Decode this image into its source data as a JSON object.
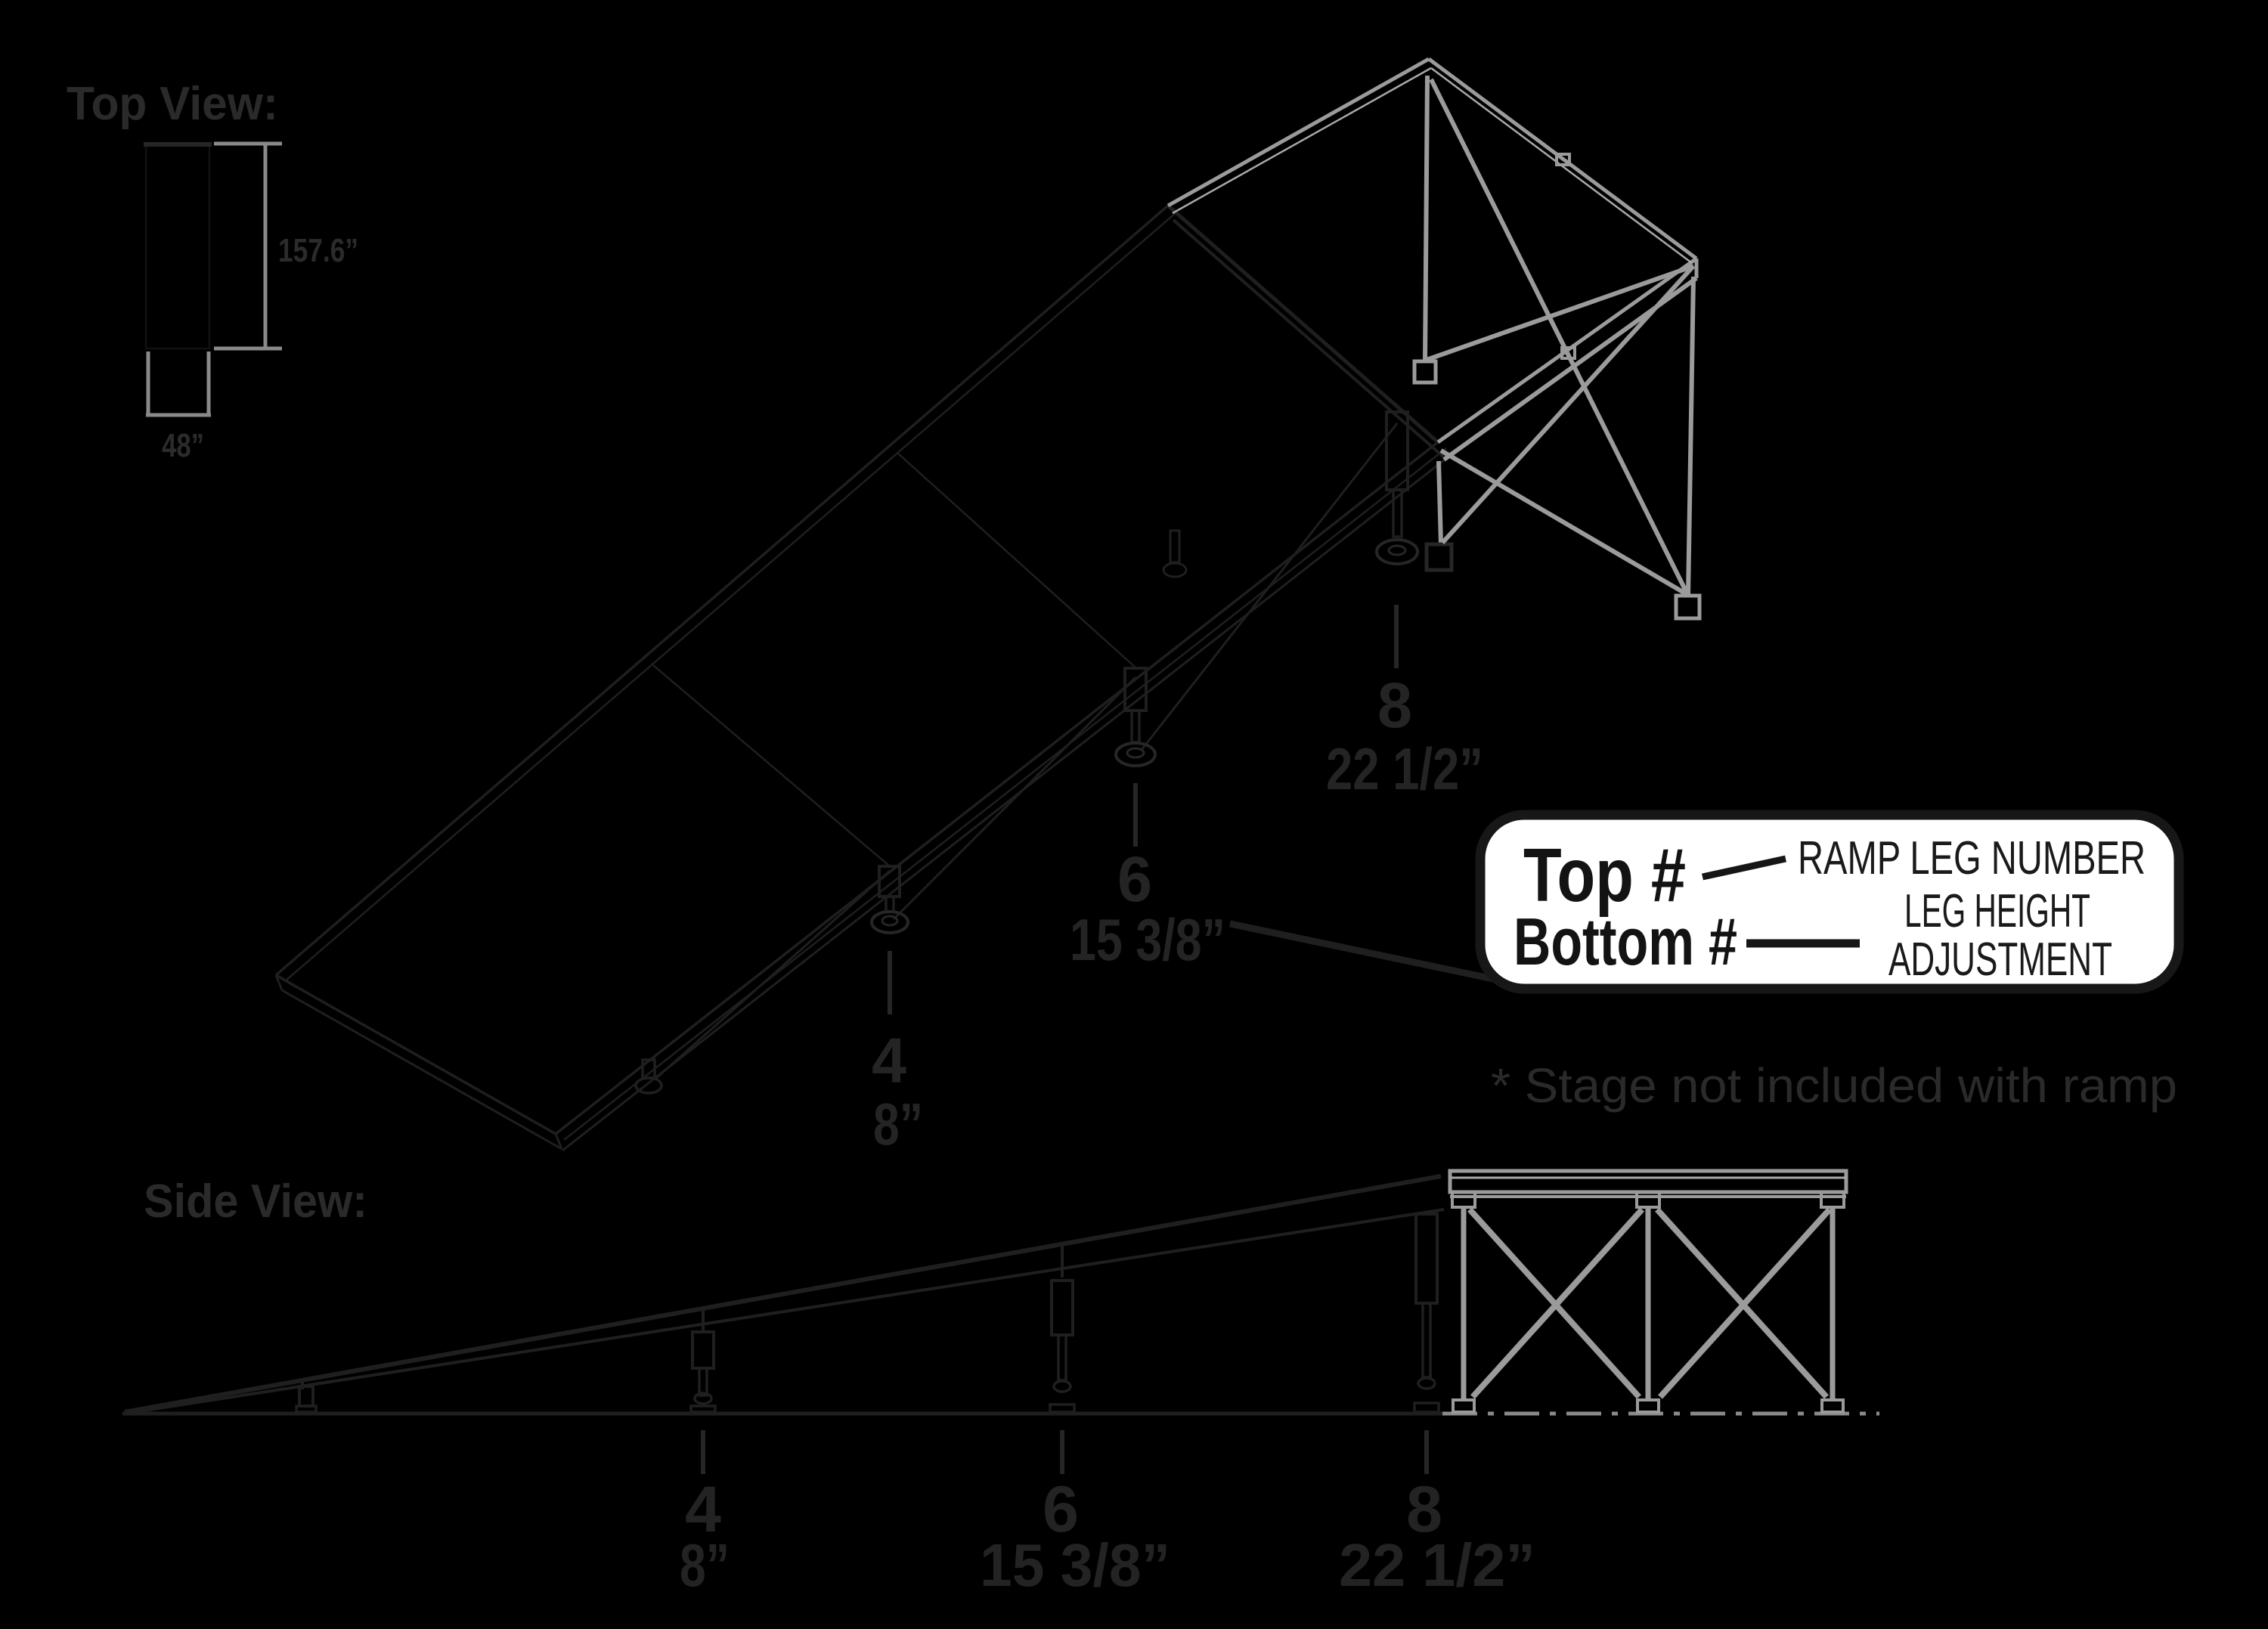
{
  "colors": {
    "background": "#000000",
    "ink_dark": "#1f1f1f",
    "ink_text": "#232323",
    "dimension_gray": "#8a8a8a",
    "stage_gray": "#9b9b9b",
    "callout_background": "#ffffff",
    "callout_border": "#171717"
  },
  "top_view": {
    "title": "Top View:",
    "length_label": "157.6”",
    "width_label": "48”"
  },
  "iso_view": {
    "legs": [
      {
        "number": "4",
        "height": "8”"
      },
      {
        "number": "6",
        "height": "15 3/8”"
      },
      {
        "number": "8",
        "height": "22 1/2”"
      }
    ]
  },
  "callout": {
    "top_label": "Top #",
    "top_description": "RAMP LEG NUMBER",
    "bottom_label": "Bottom #",
    "bottom_description_line1": "LEG HEIGHT",
    "bottom_description_line2": "ADJUSTMENT"
  },
  "note": "* Stage not included with ramp",
  "side_view": {
    "title": "Side View:",
    "legs": [
      {
        "number": "4",
        "height": "8”"
      },
      {
        "number": "6",
        "height": "15 3/8”"
      },
      {
        "number": "8",
        "height": "22 1/2”"
      }
    ]
  }
}
